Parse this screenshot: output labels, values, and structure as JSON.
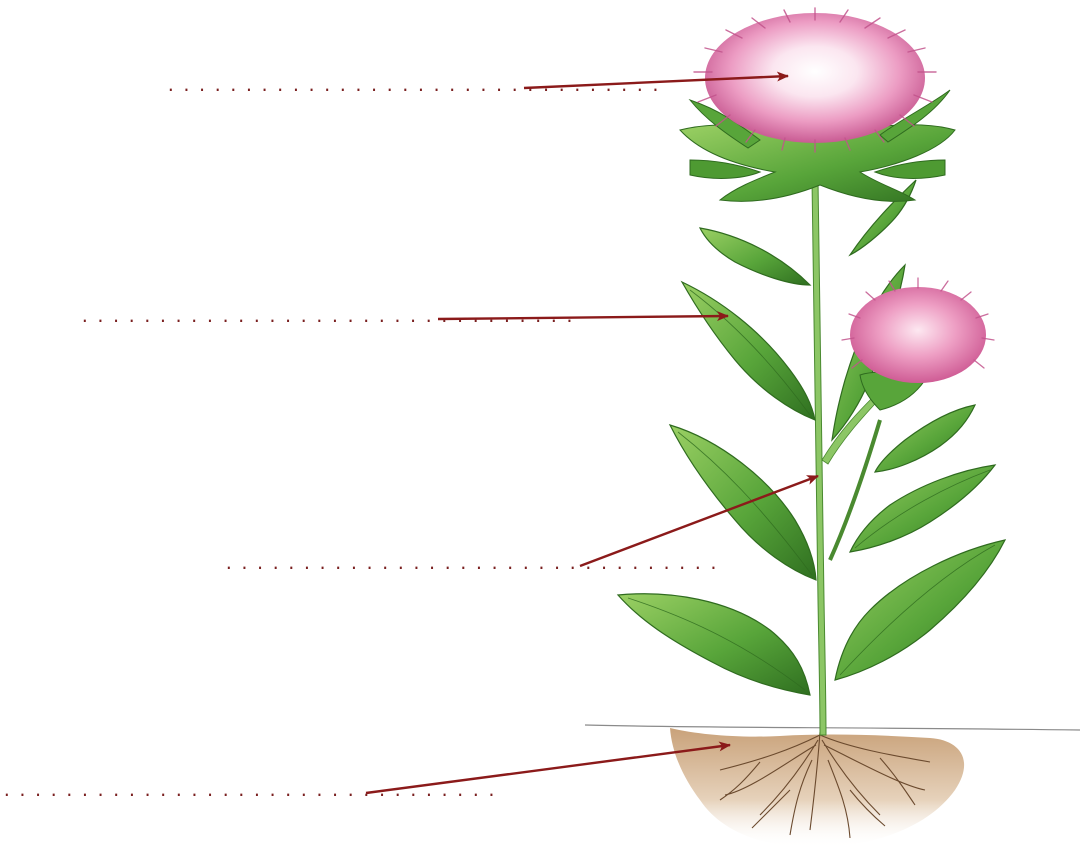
{
  "diagram": {
    "subject": "plant",
    "blanks": [
      {
        "id": "flower",
        "text": ""
      },
      {
        "id": "leaf",
        "text": ""
      },
      {
        "id": "stem",
        "text": ""
      },
      {
        "id": "roots",
        "text": ""
      }
    ]
  },
  "colors": {
    "pointer": "#8b1a1a",
    "dots": "#7a2020",
    "leaf": "#4e9a32",
    "leaf_light": "#8cc65a",
    "leaf_dark": "#2f6b1f",
    "stem": "#7fbf5a",
    "petal": "#e586b4",
    "petal_center": "#ffffff",
    "soil": "#d2b08c",
    "root": "#6b4a2e"
  }
}
